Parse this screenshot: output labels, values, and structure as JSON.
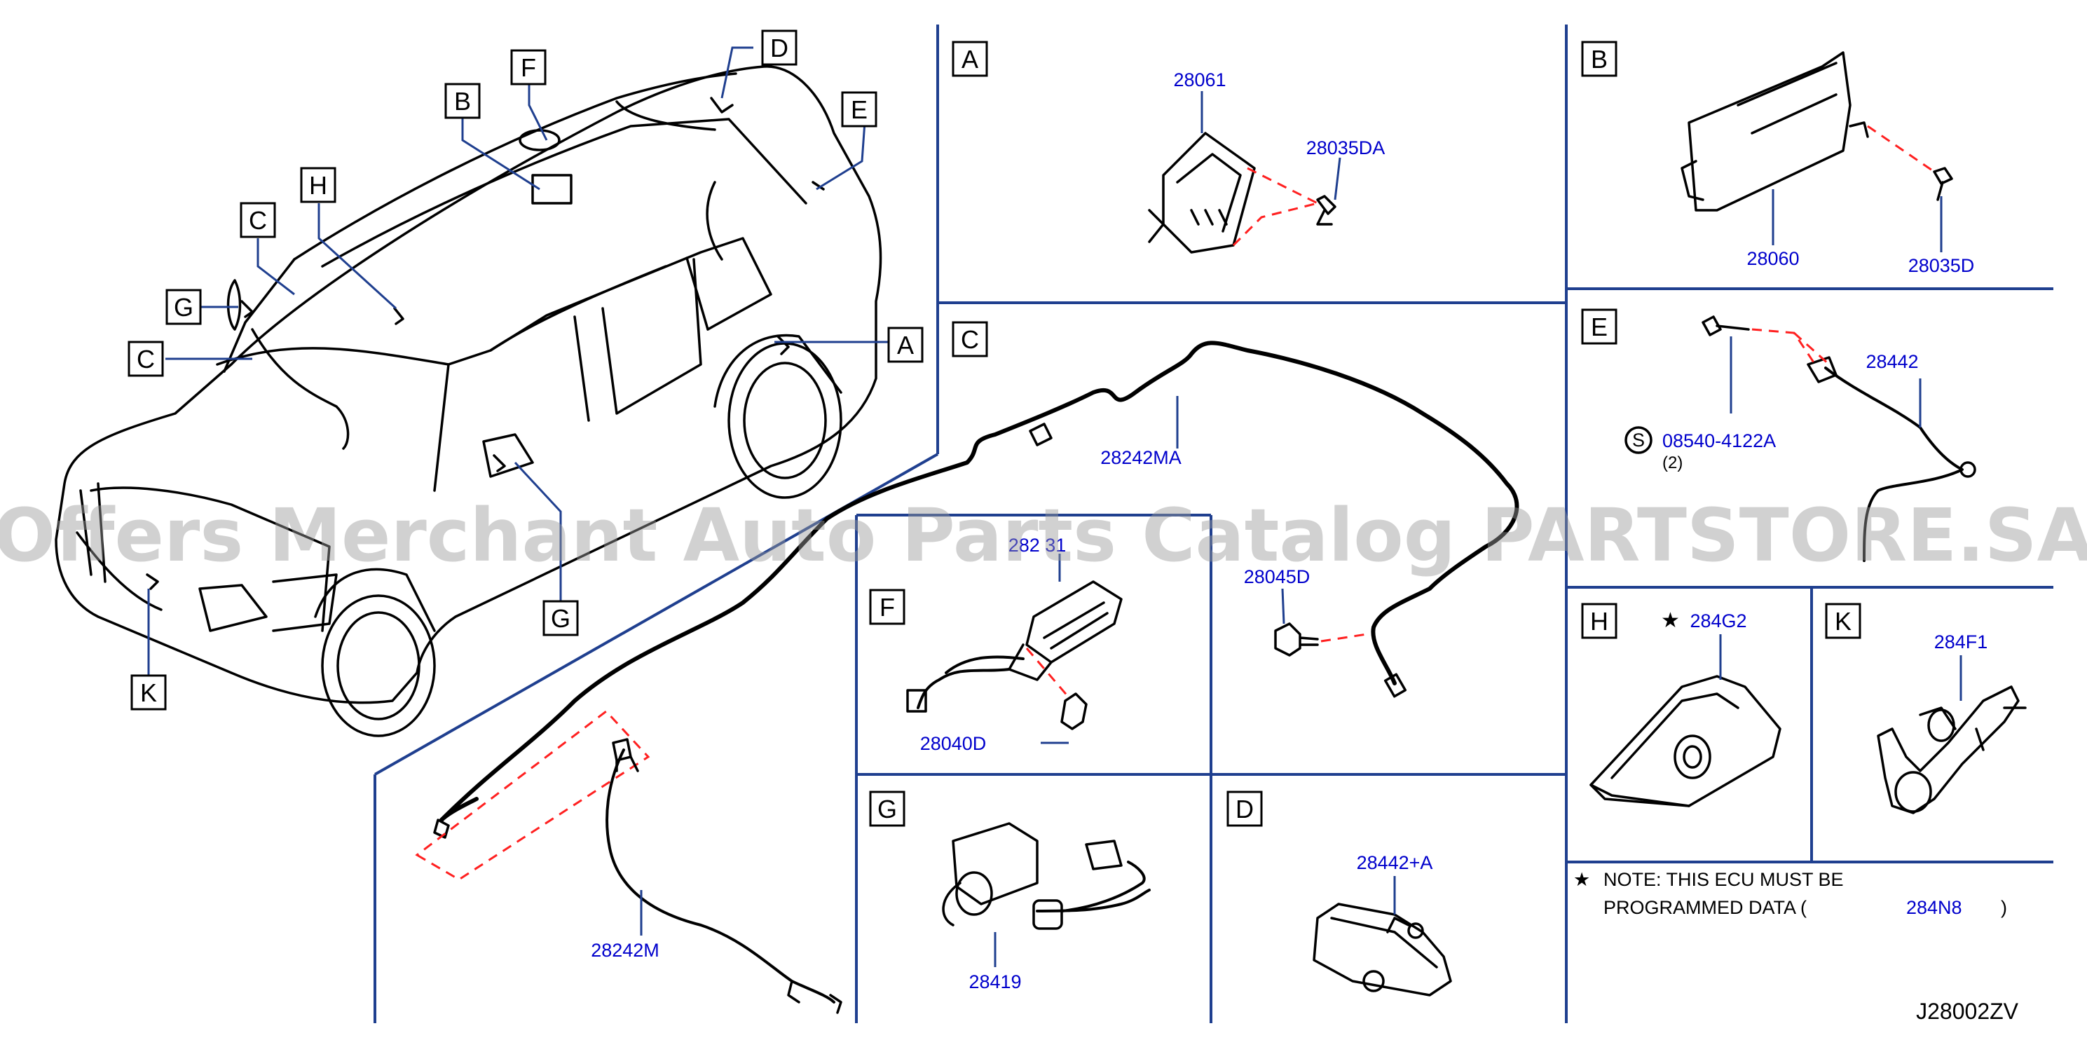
{
  "callouts": {
    "A": "A",
    "B": "B",
    "C": "C",
    "D": "D",
    "E": "E",
    "F": "F",
    "G": "G",
    "H": "H",
    "K": "K"
  },
  "parts": {
    "p28061": "28061",
    "p28035DA": "28035DA",
    "p28060": "28060",
    "p28035D": "28035D",
    "p28442": "28442",
    "p08540": "08540-4122A",
    "p08540_qty": "(2)",
    "p08540_symbol": "S",
    "p28242MA": "28242MA",
    "p28045D": "28045D",
    "p28231_partial": "282 31",
    "p28040D": "28040D",
    "p28242M": "28242M",
    "p28419": "28419",
    "p28442A": "28442+A",
    "p284G2": "284G2",
    "p284F1": "284F1",
    "p284N8": "284N8"
  },
  "note": {
    "star": "★",
    "line1": "NOTE:  THIS  ECU  MUST  BE",
    "line2_prefix": "PROGRAMMED  DATA  (",
    "line2_suffix": ")"
  },
  "reference": "J28002ZV",
  "watermark": "Offers Merchant Auto Parts Catalog PARTSTORE.SA",
  "colors": {
    "frame": "#1f3f8f",
    "part_number": "#0000cc",
    "dashed_link": "#ff2020"
  }
}
